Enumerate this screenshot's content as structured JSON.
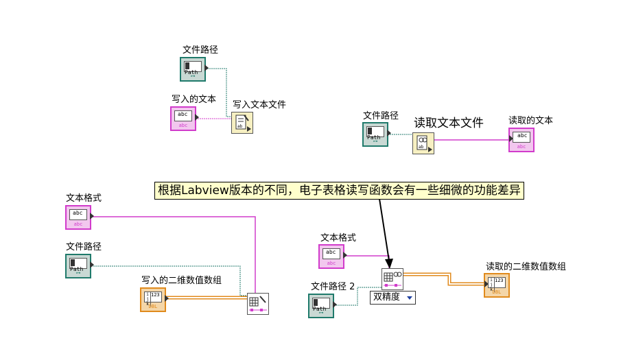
{
  "top_write": {
    "path_label": "文件路径",
    "text_label": "写入的文本",
    "func_label": "写入文本文件"
  },
  "top_read": {
    "path_label": "文件路径",
    "func_label": "读取文本文件",
    "out_label": "读取的文本"
  },
  "note": "根据Labview版本的不同，电子表格读写函数会有一些细微的功能差异",
  "bottom_write": {
    "format_label": "文本格式",
    "path_label": "文件路径",
    "array_label": "写入的二维数值数组"
  },
  "bottom_read": {
    "format_label": "文本格式",
    "path_label": "文件路径 2",
    "out_label": "读取的二维数值数组",
    "type_selector": "双精度"
  },
  "glyphs": {
    "path": "Path",
    "path_type": "⊶",
    "abc": "abc",
    "abc_type": "abc",
    "num": "123",
    "dbl": "DBL",
    "idx_i": "i",
    "idx_j": "j",
    "idx_k": "k"
  },
  "colors": {
    "path_wire": "#1f7a6b",
    "string_wire": "#d13bcb",
    "numeric_wire": "#e08a1c",
    "note_bg": "#ffffcc"
  },
  "icons": [
    "path-control-icon",
    "string-control-icon",
    "numeric-array-icon",
    "write-text-file-icon",
    "read-text-file-icon",
    "write-spreadsheet-icon",
    "read-spreadsheet-icon"
  ]
}
